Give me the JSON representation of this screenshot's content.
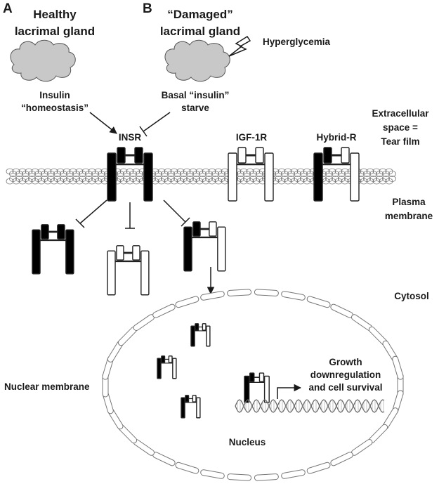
{
  "panels": {
    "a": {
      "letter": "A",
      "title_line1": "Healthy",
      "title_line2": "lacrimal gland",
      "caption_line1": "Insulin",
      "caption_line2": "“homeostasis”"
    },
    "b": {
      "letter": "B",
      "title_line1": "“Damaged”",
      "title_line2": "lacrimal gland",
      "caption_line1": "Basal “insulin”",
      "caption_line2": "starve",
      "stress_label": "Hyperglycemia"
    }
  },
  "receptors": {
    "insr": "INSR",
    "igf1r": "IGF-1R",
    "hybrid": "Hybrid-R"
  },
  "compartments": {
    "extracellular_line1": "Extracellular",
    "extracellular_line2": "space =",
    "extracellular_line3": "Tear film",
    "plasma_line1": "Plasma",
    "plasma_line2": "membrane",
    "cytosol": "Cytosol",
    "nuclear_membrane": "Nuclear membrane",
    "nucleus": "Nucleus"
  },
  "outcome": {
    "line1": "Growth",
    "line2": "downregulation",
    "line3": "and cell survival"
  },
  "colors": {
    "filled": "#000000",
    "open": "#ffffff",
    "stroke": "#222222"
  }
}
